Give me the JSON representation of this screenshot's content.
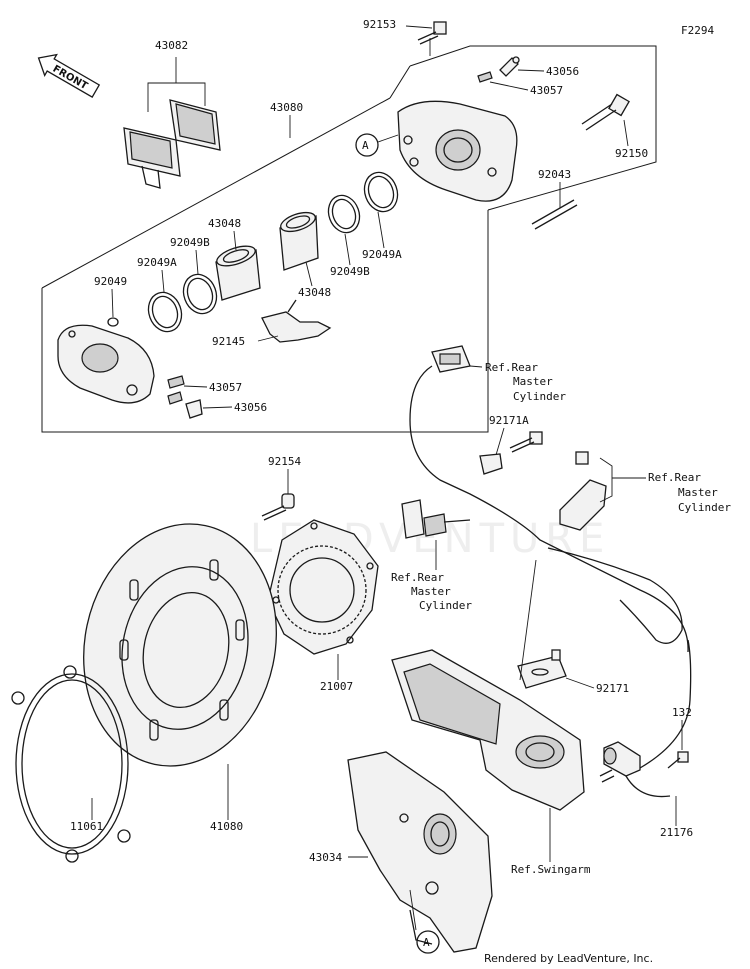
{
  "figure_code": "F2294",
  "front_label": "FRONT",
  "watermark": "LEADVENTURE",
  "footer": "Rendered by LeadVenture, Inc.",
  "callout_A": "A",
  "labels": {
    "p92153": "92153",
    "p43056_top": "43056",
    "p43057_top": "43057",
    "p92150": "92150",
    "p92043": "92043",
    "p43082": "43082",
    "p43080": "43080",
    "p43048_a": "43048",
    "p92049B_a": "92049B",
    "p92049A_a": "92049A",
    "p92049": "92049",
    "p43048_b": "43048",
    "p92049B_b": "92049B",
    "p92049A_b": "92049A",
    "p92145": "92145",
    "p43057_bot": "43057",
    "p43056_bot": "43056",
    "p92171A": "92171A",
    "p92154": "92154",
    "p21007": "21007",
    "p92171": "92171",
    "p132": "132",
    "p21176": "21176",
    "p11061": "11061",
    "p41080": "41080",
    "p43034": "43034"
  },
  "refs": {
    "rear_mc_1": [
      "Ref.Rear",
      "Master",
      "Cylinder"
    ],
    "rear_mc_2": [
      "Ref.Rear",
      "Master",
      "Cylinder"
    ],
    "rear_mc_3": [
      "Ref.Rear",
      "Master",
      "Cylinder"
    ],
    "swingarm": "Ref.Swingarm"
  }
}
